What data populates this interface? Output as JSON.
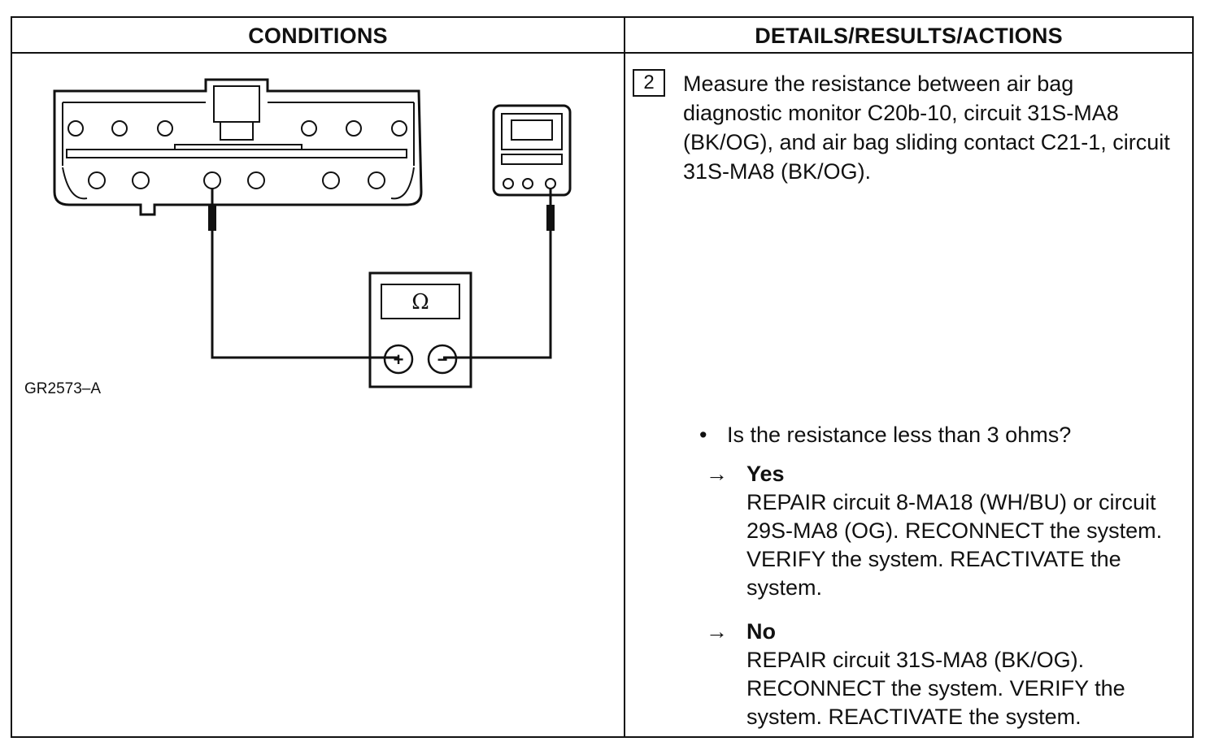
{
  "headers": {
    "conditions": "CONDITIONS",
    "details": "DETAILS/RESULTS/ACTIONS"
  },
  "figure": {
    "id": "GR2573–A",
    "meter_symbol": "Ω",
    "plus_symbol": "+",
    "minus_symbol": "−"
  },
  "step": {
    "number": "2",
    "instruction": "Measure the resistance between air bag diagnostic monitor C20b-10, circuit 31S-MA8 (BK/OG), and air bag sliding contact C21-1, circuit 31S-MA8 (BK/OG).",
    "bullet": "•",
    "question": "Is the resistance less than 3 ohms?",
    "arrow": "→",
    "yes": {
      "label": "Yes",
      "text": "REPAIR circuit 8-MA18 (WH/BU) or circuit 29S-MA8 (OG). RECONNECT the system. VERIFY the system. REACTIVATE the system."
    },
    "no": {
      "label": "No",
      "text": "REPAIR circuit 31S-MA8 (BK/OG). RECONNECT the system. VERIFY the system. REACTIVATE the system."
    }
  }
}
